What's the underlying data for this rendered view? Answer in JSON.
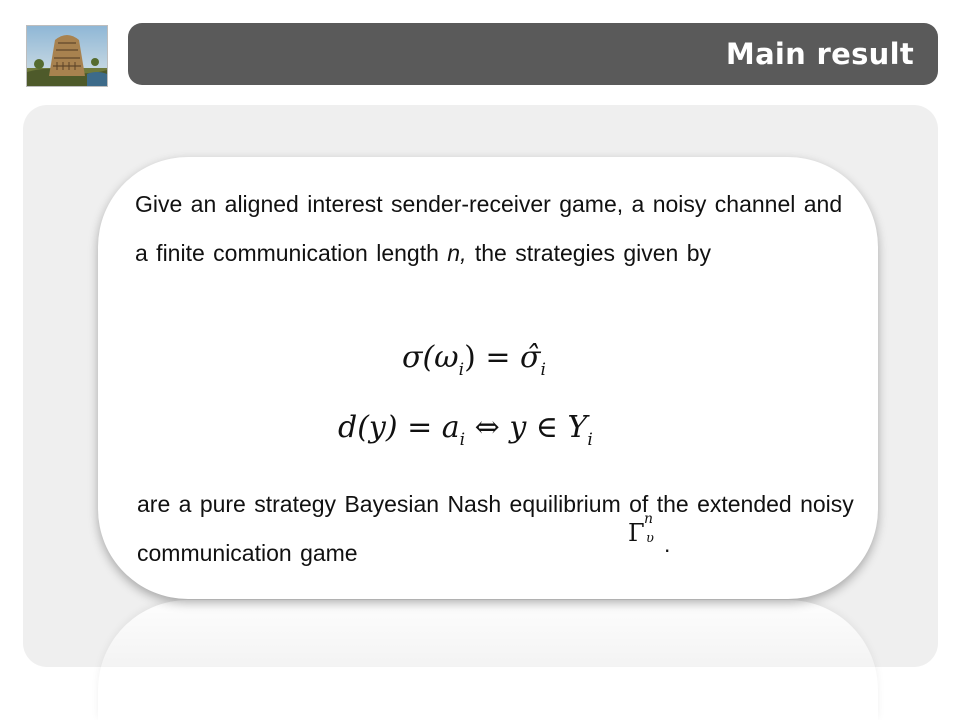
{
  "header": {
    "title": "Main result"
  },
  "content": {
    "paragraph1_a": "Give an aligned interest sender-receiver game, a noisy channel and a finite communication length ",
    "paragraph1_n": "n,",
    "paragraph1_b": " the strategies given by",
    "paragraph2_a": "are a pure strategy Bayesian Nash equilibrium of the extended noisy communication game",
    "paragraph2_end": "."
  },
  "equations": {
    "eq1": {
      "lhs": "σ(ω",
      "lhs_sub": "i",
      "lhs_close": ") = ",
      "rhs": "σ̂",
      "rhs_sub": "i"
    },
    "eq2": {
      "lhs": "d(y) = a",
      "lhs_sub": "i",
      "iff": " ⇔ ",
      "rhs": "y ∈ Y",
      "rhs_sub": "i"
    },
    "game_symbol": {
      "base": "Γ",
      "sup": "n",
      "sub": "υ"
    }
  },
  "colors": {
    "title_bar": "#5a5a5a",
    "panel": "#efefef",
    "card": "#ffffff",
    "text": "#111111"
  },
  "icons": {
    "thumbnail": "tower-of-babel-painting-thumbnail"
  }
}
